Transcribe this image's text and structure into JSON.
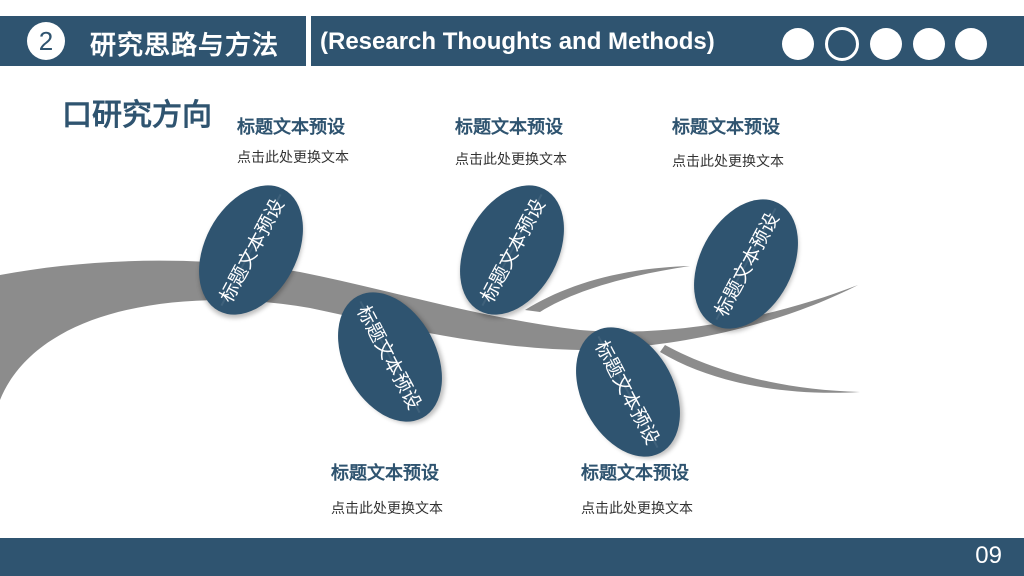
{
  "header": {
    "section_number": "2",
    "section_title": "研究思路与方法",
    "section_subtitle": "(Research Thoughts and Methods)",
    "progress": {
      "total_sections": 5,
      "current_section": 2
    }
  },
  "page_heading": "口研究方向",
  "items": [
    {
      "title": "标题文本预设",
      "desc": "点击此处更换文本",
      "leaf_label": "标题文本预设"
    },
    {
      "title": "标题文本预设",
      "desc": "点击此处更换文本",
      "leaf_label": "标题文本预设"
    },
    {
      "title": "标题文本预设",
      "desc": "点击此处更换文本",
      "leaf_label": "标题文本预设"
    },
    {
      "title": "标题文本预设",
      "desc": "点击此处更换文本",
      "leaf_label": "标题文本预设"
    },
    {
      "title": "标题文本预设",
      "desc": "点击此处更换文本",
      "leaf_label": "标题文本预设"
    }
  ],
  "footer": {
    "page_number": "09"
  },
  "colors": {
    "primary": "#2f5470",
    "branch": "#8c8c8c",
    "background": "#ffffff"
  }
}
